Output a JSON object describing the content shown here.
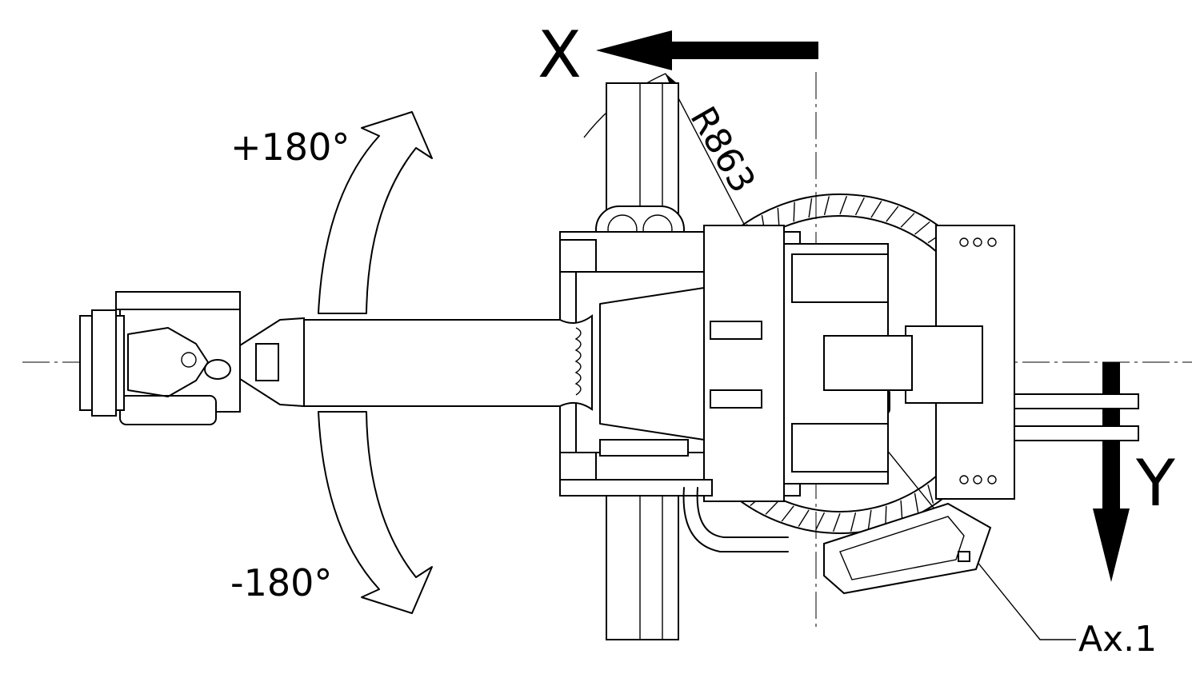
{
  "labels": {
    "axis_x": "X",
    "axis_y": "Y",
    "plus_angle": "+180°",
    "minus_angle": "-180°",
    "radius": "R863",
    "axis_ref": "Ax.1"
  },
  "colors": {
    "line": "#000000",
    "background": "#ffffff"
  }
}
